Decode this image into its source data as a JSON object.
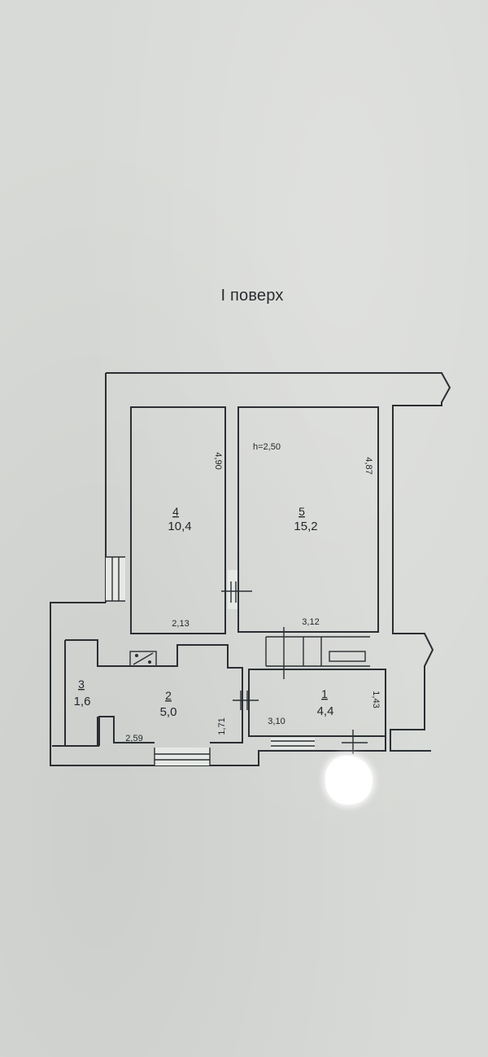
{
  "title": "I поверх",
  "ceiling_height": "h=2,50",
  "rooms": [
    {
      "number": "1",
      "area": "4,4"
    },
    {
      "number": "2",
      "area": "5,0"
    },
    {
      "number": "3",
      "area": "1,6"
    },
    {
      "number": "4",
      "area": "10,4"
    },
    {
      "number": "5",
      "area": "15,2"
    }
  ],
  "dimensions": {
    "room4_height": "4,90",
    "room4_width": "2,13",
    "room5_height": "4,87",
    "room5_width": "3,12",
    "room1_width": "3,10",
    "room1_height": "1,43",
    "room2_width": "2,59",
    "room2_height": "1,71"
  }
}
